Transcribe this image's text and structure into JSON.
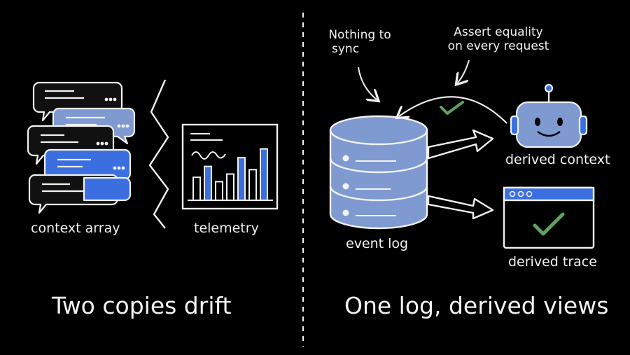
{
  "left_panel": {
    "context_label": "context array",
    "telemetry_label": "telemetry",
    "caption": "Two copies drift"
  },
  "right_panel": {
    "note_nothing_line1": "Nothing to",
    "note_nothing_line2": "sync",
    "note_assert_line1": "Assert equality",
    "note_assert_line2": "on every request",
    "event_log_label": "event log",
    "derived_context_label": "derived context",
    "derived_trace_label": "derived trace",
    "caption": "One log, derived views"
  },
  "telemetry_chart": {
    "bars": [
      0.42,
      0.62,
      0.34,
      0.48,
      0.78,
      0.56,
      0.94
    ],
    "highlighted": [
      1,
      4,
      6
    ]
  },
  "colors": {
    "background": "#000000",
    "stroke": "#f2f2f2",
    "accent_blue": "#3b6fe0",
    "soft_blue": "#7f9ad0",
    "check_green": "#5fa25f",
    "dark_bubble": "#111111"
  },
  "icons": {
    "database": "database-icon",
    "robot": "robot-icon",
    "browser_window": "browser-window-icon",
    "check": "check-icon",
    "lightning_divider": "zigzag-break-icon"
  }
}
